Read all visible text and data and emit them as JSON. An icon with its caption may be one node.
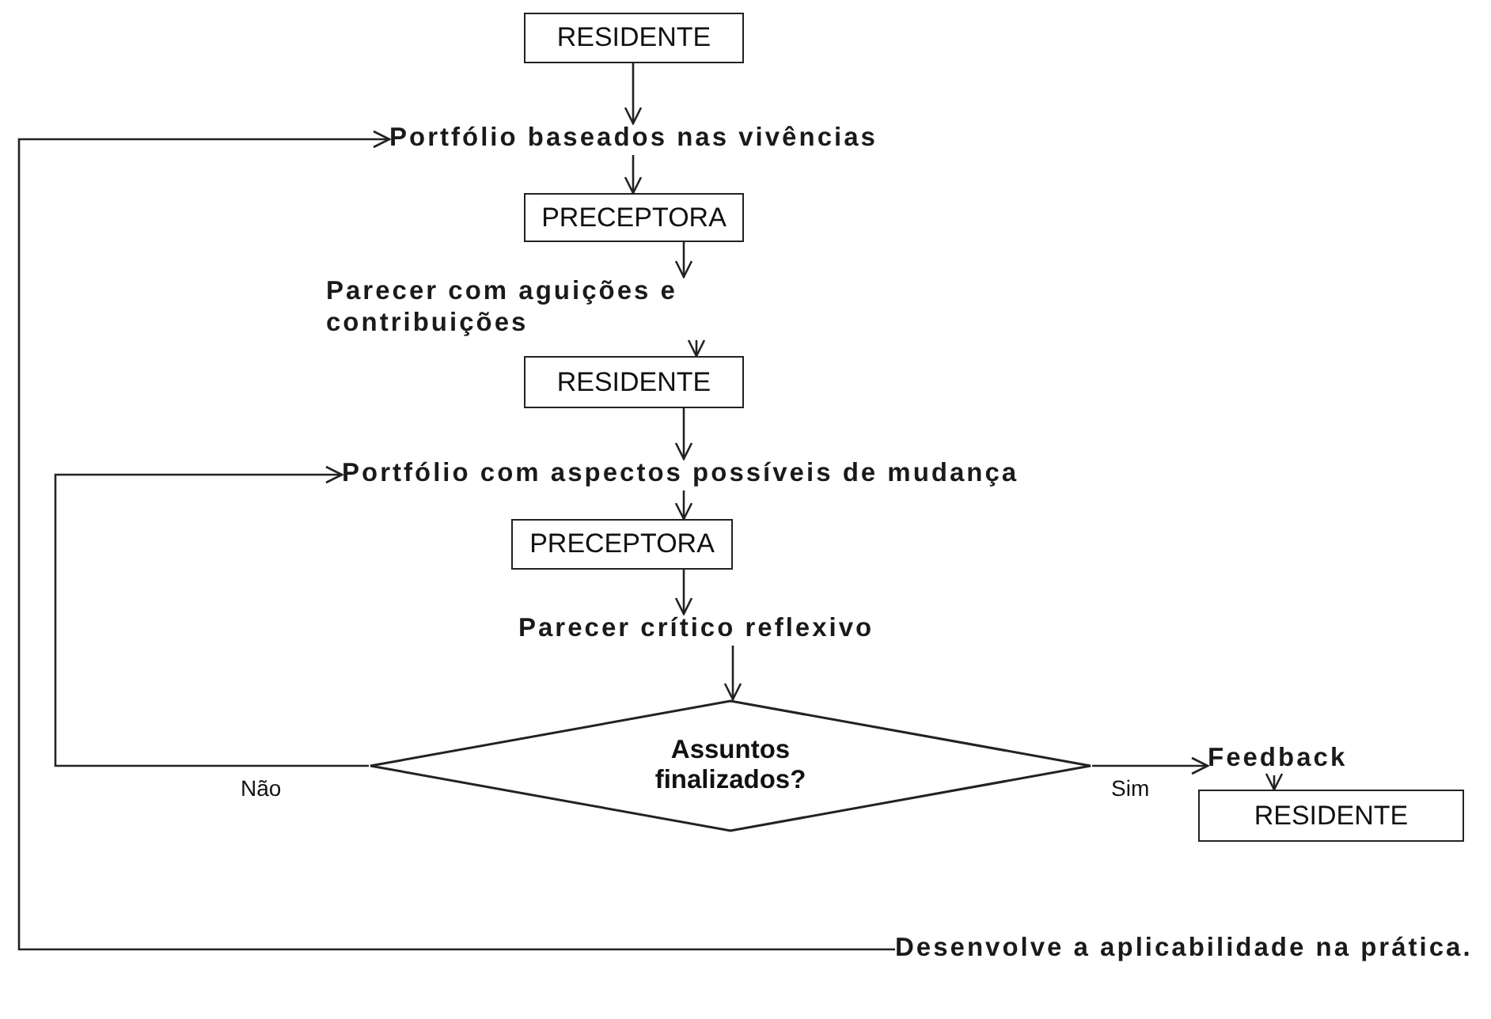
{
  "diagram": {
    "nodes": [
      {
        "text": [
          "RESIDENTE"
        ]
      },
      {
        "text": [
          "Portfólio baseados nas vivências"
        ]
      },
      {
        "text": [
          "PRECEPTORA"
        ]
      },
      {
        "text": [
          "Parecer com aguições e contribuições"
        ]
      },
      {
        "text": [
          "RESIDENTE"
        ]
      },
      {
        "text": [
          "Portfólio com aspectos possíveis de mudança"
        ]
      },
      {
        "text": [
          "PRECEPTORA"
        ]
      },
      {
        "text": [
          "Parecer crítico reflexivo"
        ]
      },
      {
        "text": [
          "Assuntos finalizados?"
        ]
      },
      {
        "text": [
          "Feedback"
        ]
      },
      {
        "text": [
          "RESIDENTE"
        ]
      },
      {
        "text": [
          "Desenvolve a aplicabilidade na prática."
        ]
      }
    ],
    "edges": [
      {
        "from": 0,
        "to": 1,
        "arrow": "to"
      },
      {
        "from": 1,
        "to": 2,
        "arrow": "to"
      },
      {
        "from": 2,
        "to": 3,
        "arrow": "to"
      },
      {
        "from": 3,
        "to": 4,
        "arrow": "to"
      },
      {
        "from": 4,
        "to": 5,
        "arrow": "to"
      },
      {
        "from": 5,
        "to": 6,
        "arrow": "to"
      },
      {
        "from": 6,
        "to": 7,
        "arrow": "to"
      },
      {
        "from": 7,
        "to": 8,
        "arrow": "to"
      },
      {
        "from": 8,
        "to": 5,
        "label": "Não",
        "arrow": "to"
      },
      {
        "from": 8,
        "to": 9,
        "label": "Sim",
        "arrow": "to"
      },
      {
        "from": 9,
        "to": 10,
        "arrow": "to"
      },
      {
        "from": 11,
        "to": 1,
        "arrow": "to"
      }
    ]
  }
}
